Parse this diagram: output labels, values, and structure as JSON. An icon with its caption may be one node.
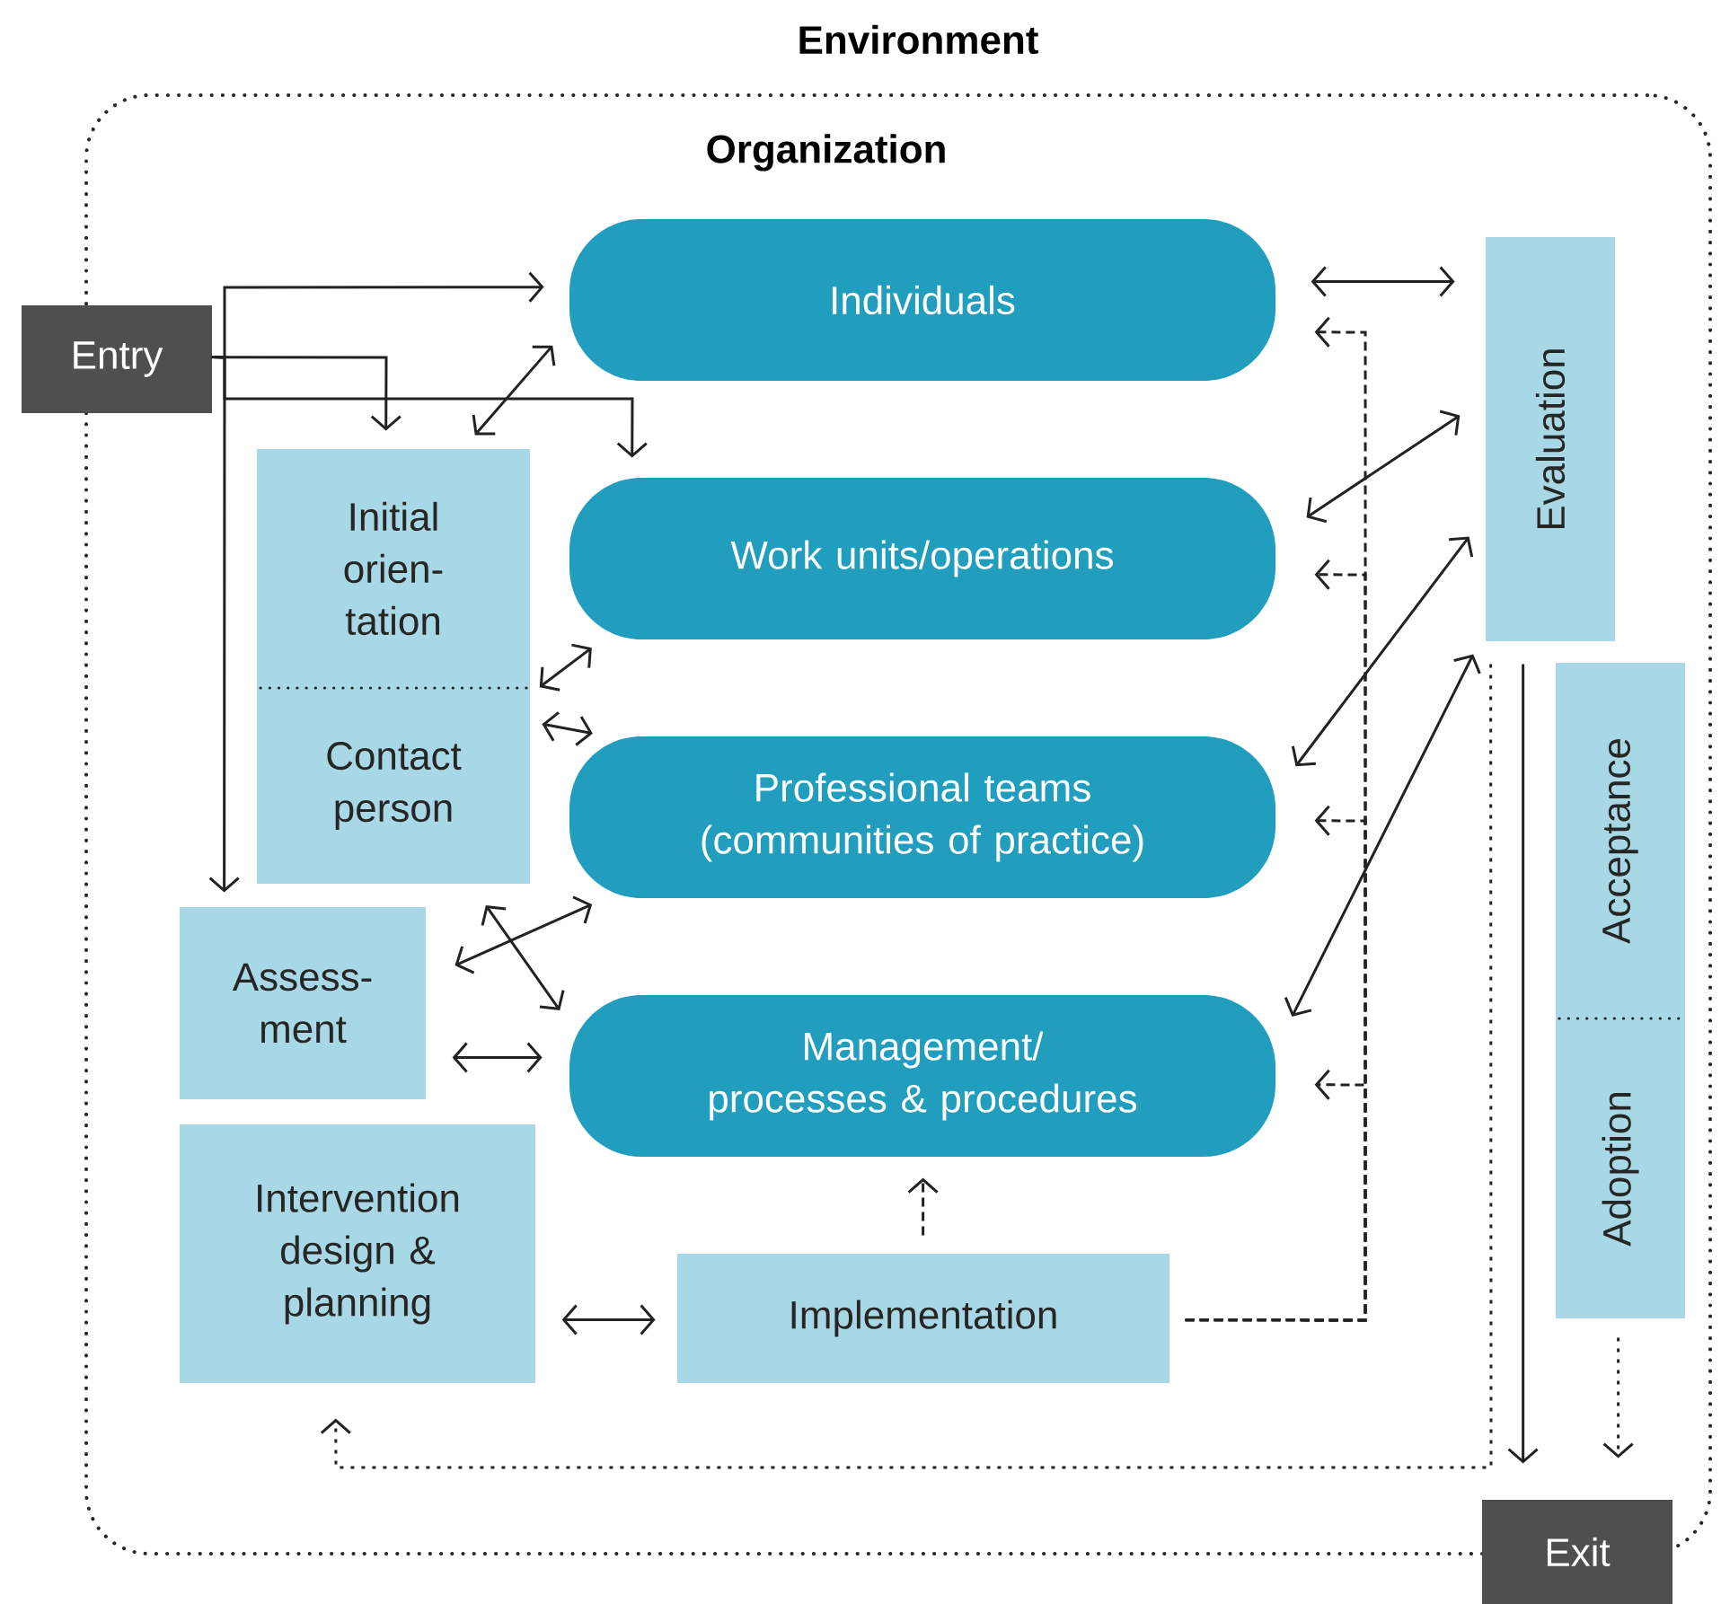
{
  "diagram": {
    "title": "Environment",
    "nodes": [
      {
        "text": [
          "Organization"
        ]
      },
      {
        "text": [
          "Entry"
        ]
      },
      {
        "text": [
          "Individuals"
        ],
        "in": 0
      },
      {
        "text": [
          "Work units/operations"
        ],
        "in": 0
      },
      {
        "text": [
          "Professional teams (communities of practice)"
        ],
        "in": 0
      },
      {
        "text": [
          "Management/ processes & procedures"
        ],
        "in": 0
      },
      {
        "text": [
          "Evaluation"
        ],
        "in": 0
      },
      {
        "text": [
          "Initial orien-tation"
        ],
        "in": 0
      },
      {
        "text": [
          "Contact person"
        ],
        "in": 0
      },
      {
        "text": [
          "Assess-ment"
        ],
        "in": 0
      },
      {
        "text": [
          "Intervention design & planning"
        ],
        "in": 0
      },
      {
        "text": [
          "Implementation"
        ],
        "in": 0
      },
      {
        "text": [
          "Acceptance"
        ],
        "in": 0
      },
      {
        "text": [
          "Adoption"
        ],
        "in": 0
      },
      {
        "text": [
          "Exit"
        ]
      }
    ],
    "edges": [
      {
        "from": 1,
        "to": 2,
        "arrow": "to"
      },
      {
        "from": 1,
        "to": 7,
        "arrow": "to"
      },
      {
        "from": 1,
        "to": 3,
        "arrow": "to"
      },
      {
        "from": 1,
        "to": 9,
        "arrow": "to"
      },
      {
        "from": 2,
        "to": 7,
        "arrow": "both"
      },
      {
        "from": 8,
        "to": 3,
        "arrow": "both"
      },
      {
        "from": 8,
        "to": 4,
        "arrow": "both"
      },
      {
        "from": 9,
        "to": 4,
        "arrow": "both"
      },
      {
        "from": 8,
        "to": 5,
        "arrow": "both"
      },
      {
        "from": 9,
        "to": 5,
        "arrow": "both"
      },
      {
        "from": 10,
        "to": 11,
        "arrow": "both"
      },
      {
        "from": 11,
        "to": 5,
        "arrow": "to",
        "style": "dashed"
      },
      {
        "from": 11,
        "to": 2,
        "arrow": "to",
        "style": "dashed"
      },
      {
        "from": 11,
        "to": 3,
        "arrow": "to",
        "style": "dashed"
      },
      {
        "from": 11,
        "to": 4,
        "arrow": "to",
        "style": "dashed"
      },
      {
        "from": 11,
        "to": 5,
        "arrow": "to",
        "style": "dashed"
      },
      {
        "from": 2,
        "to": 6,
        "arrow": "both"
      },
      {
        "from": 3,
        "to": 6,
        "arrow": "both"
      },
      {
        "from": 4,
        "to": 6,
        "arrow": "both"
      },
      {
        "from": 5,
        "to": 6,
        "arrow": "both"
      },
      {
        "from": 6,
        "to": 14,
        "arrow": "to"
      },
      {
        "from": 6,
        "to": 10,
        "arrow": "to",
        "style": "dashed"
      },
      {
        "from": 13,
        "to": 14,
        "arrow": "to",
        "style": "dashed"
      }
    ]
  }
}
